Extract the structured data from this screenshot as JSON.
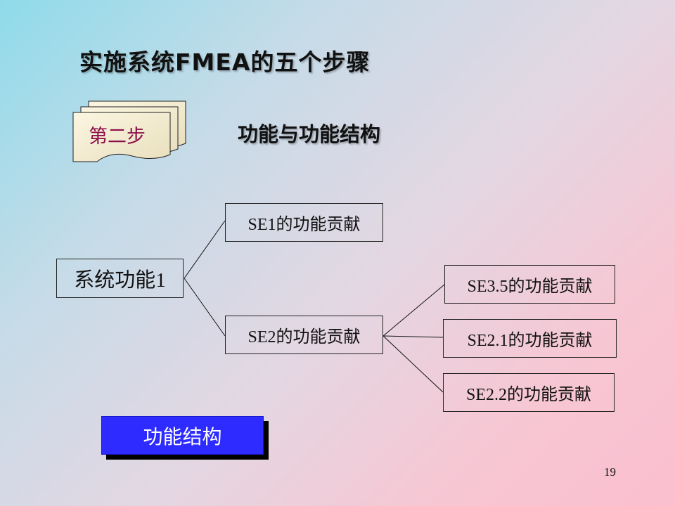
{
  "slide": {
    "title": "实施系统FMEA的五个步骤",
    "step_label": "第二步",
    "subtitle": "功能与功能结构",
    "page_number": "19"
  },
  "tree": {
    "root": "系统功能1",
    "level1": [
      "SE1的功能贡献",
      "SE2的功能贡献"
    ],
    "level2_of_se2": [
      "SE3.5的功能贡献",
      "SE2.1的功能贡献",
      "SE2.2的功能贡献"
    ]
  },
  "button": {
    "label": "功能结构"
  },
  "colors": {
    "step_text": "#8b0f4a",
    "button_fill": "#2d2bff",
    "paper_fill": "#f4edd2"
  }
}
